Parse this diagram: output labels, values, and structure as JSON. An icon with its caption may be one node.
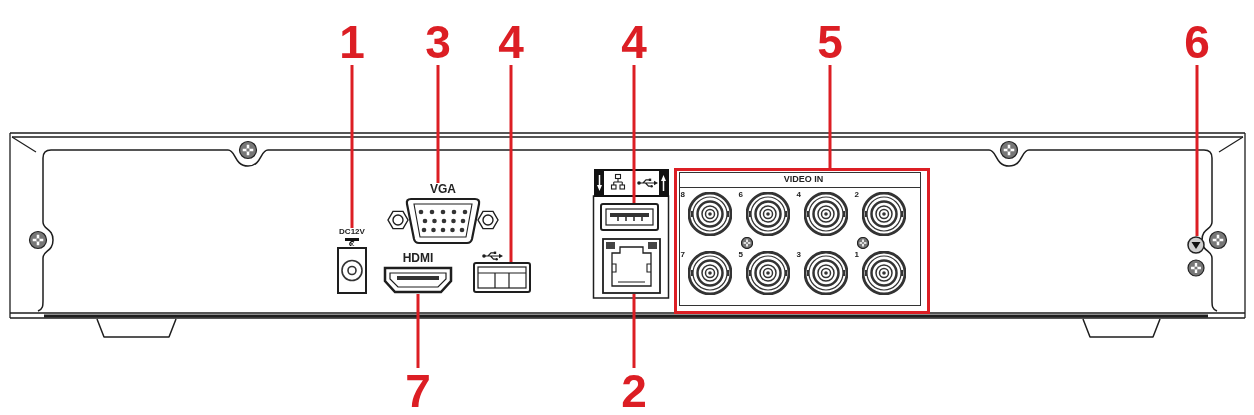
{
  "diagram": {
    "nodes": [
      {
        "text": [
          "1"
        ]
      },
      {
        "text": [
          "3"
        ]
      },
      {
        "text": [
          "4"
        ]
      },
      {
        "text": [
          "4"
        ]
      },
      {
        "text": [
          "5"
        ]
      },
      {
        "text": [
          "6"
        ]
      },
      {
        "text": [
          "DC12V"
        ]
      },
      {
        "text": [
          "VGA"
        ]
      },
      {
        "text": [
          "HDMI"
        ]
      },
      {
        "text": [],
        "shape": "picture"
      },
      {
        "text": [],
        "shape": "picture"
      },
      {
        "text": [],
        "shape": "picture"
      },
      {
        "text": [
          "VIDEO IN"
        ]
      },
      {
        "text": [],
        "shape": "picture"
      },
      {
        "text": [
          "7"
        ]
      },
      {
        "text": [
          "2"
        ]
      }
    ],
    "edges": [
      {
        "from": 0,
        "to": 6,
        "arrow": "none"
      },
      {
        "from": 1,
        "to": 7,
        "arrow": "none"
      },
      {
        "from": 2,
        "to": 9,
        "arrow": "none"
      },
      {
        "from": 3,
        "to": 10,
        "arrow": "none"
      },
      {
        "from": 4,
        "to": 12,
        "arrow": "none"
      },
      {
        "from": 5,
        "to": 13,
        "arrow": "none"
      },
      {
        "from": 14,
        "to": 8,
        "arrow": "none"
      },
      {
        "from": 15,
        "to": 11,
        "arrow": "none"
      }
    ],
    "labels": [
      "8",
      "6",
      "4",
      "2",
      "7",
      "5",
      "3",
      "1"
    ]
  }
}
